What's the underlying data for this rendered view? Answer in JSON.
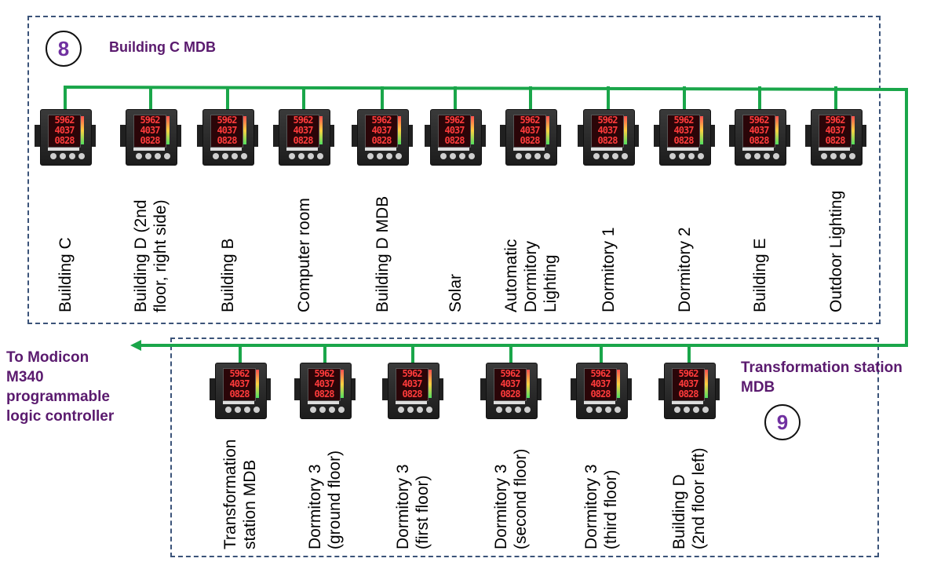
{
  "top_group": {
    "number": "8",
    "title": "Building C MDB",
    "meters": [
      {
        "label": "Building C"
      },
      {
        "label": "Building D (2nd\nfloor, right side)"
      },
      {
        "label": "Building B"
      },
      {
        "label": "Computer room"
      },
      {
        "label": "Building D MDB"
      },
      {
        "label": "Solar"
      },
      {
        "label": "Automatic\nDormitory\nLighting"
      },
      {
        "label": "Dormitory 1"
      },
      {
        "label": "Dormitory 2"
      },
      {
        "label": "Building E"
      },
      {
        "label": "Outdoor Lighting"
      }
    ]
  },
  "bottom_group": {
    "number": "9",
    "title": "Transformation station\nMDB",
    "meters": [
      {
        "label": "Transformation\nstation MDB"
      },
      {
        "label": "Dormitory 3\n(ground floor)"
      },
      {
        "label": "Dormitory 3\n(first floor)"
      },
      {
        "label": "Dormitory 3\n(second floor)"
      },
      {
        "label": "Dormitory 3\n(third floor)"
      },
      {
        "label": "Building D\n(2nd floor left)"
      }
    ]
  },
  "meter_display": [
    "5962",
    "4037",
    "0828"
  ],
  "controller_label": "To Modicon\nM340\nprogrammable\nlogic controller",
  "colors": {
    "wire": "#1aa64a",
    "box_border": "#3b5379",
    "title": "#5a1a6e",
    "number": "#7030a0"
  }
}
